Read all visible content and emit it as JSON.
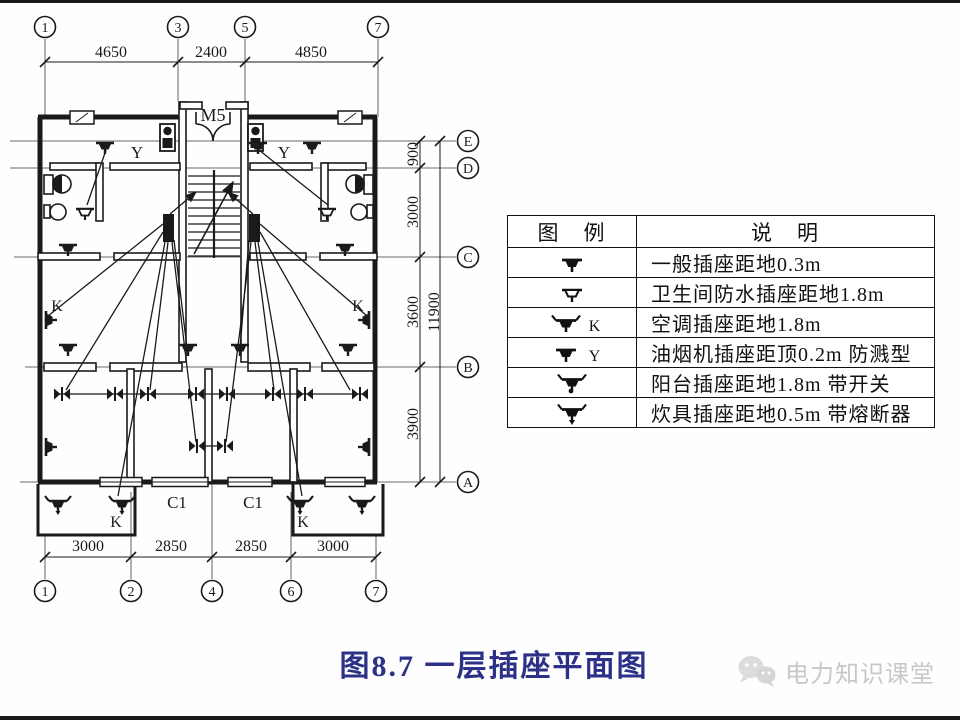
{
  "colors": {
    "ink": "#1a1a1a",
    "title_blue": "#2c3187",
    "watermark_gray": "#c8c8c8"
  },
  "plan": {
    "door_label": "M5",
    "hood_label": "Y",
    "ac_label": "K",
    "window_label": "C1",
    "axes": {
      "top": [
        "1",
        "3",
        "5",
        "7"
      ],
      "bottom": [
        "1",
        "2",
        "4",
        "6",
        "7"
      ],
      "right": [
        "E",
        "D",
        "C",
        "B",
        "A"
      ]
    },
    "dimensions": {
      "top": [
        "4650",
        "2400",
        "4850"
      ],
      "bottom": [
        "3000",
        "2850",
        "2850",
        "3000"
      ],
      "right": [
        "900",
        "3000",
        "3600",
        "3900"
      ],
      "right_total": "11900"
    }
  },
  "legend": {
    "headers": {
      "symbol": "图　例",
      "description": "说　明"
    },
    "rows": [
      {
        "name": "general-socket",
        "tag": "",
        "description": "一般插座距地0.3m"
      },
      {
        "name": "waterproof-socket",
        "tag": "",
        "description": "卫生间防水插座距地1.8m"
      },
      {
        "name": "ac-socket",
        "tag": "K",
        "description": "空调插座距地1.8m"
      },
      {
        "name": "hood-socket",
        "tag": "Y",
        "description": "油烟机插座距顶0.2m 防溅型"
      },
      {
        "name": "balcony-socket",
        "tag": "",
        "description": "阳台插座距地1.8m 带开关"
      },
      {
        "name": "cooker-socket",
        "tag": "",
        "description": "炊具插座距地0.5m 带熔断器"
      }
    ]
  },
  "title": {
    "text": "图8.7 一层插座平面图"
  },
  "watermark": {
    "text": "电力知识课堂"
  }
}
